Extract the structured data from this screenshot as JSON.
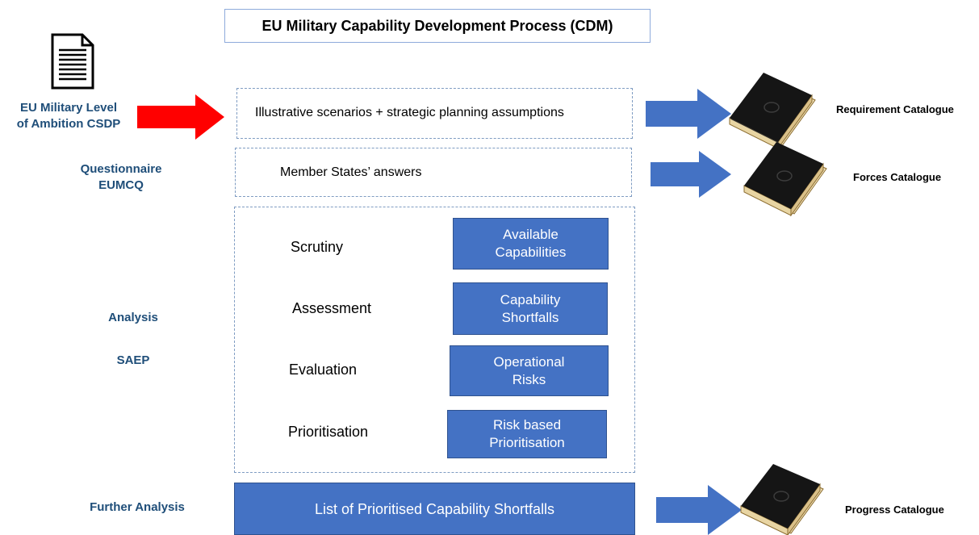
{
  "title": "EU Military Capability Development Process (CDM)",
  "left_labels": {
    "ambition_line1": "EU Military Level",
    "ambition_line2": "of Ambition CSDP",
    "questionnaire_line1": "Questionnaire",
    "questionnaire_line2": "EUMCQ",
    "analysis": "Analysis",
    "saep": "SAEP",
    "further_analysis": "Further Analysis"
  },
  "boxes": {
    "scenarios": "Illustrative scenarios + strategic planning assumptions",
    "answers": "Member States’ answers"
  },
  "stages": [
    {
      "label": "Scrutiny",
      "box_line1": "Available",
      "box_line2": "Capabilities"
    },
    {
      "label": "Assessment",
      "box_line1": "Capability",
      "box_line2": "Shortfalls"
    },
    {
      "label": "Evaluation",
      "box_line1": "Operational",
      "box_line2": "Risks"
    },
    {
      "label": "Prioritisation",
      "box_line1": "Risk based",
      "box_line2": "Prioritisation"
    }
  ],
  "final_box": "List of Prioritised Capability Shortfalls",
  "catalogues": {
    "requirement": "Requirement Catalogue",
    "forces": "Forces Catalogue",
    "progress": "Progress Catalogue"
  },
  "colors": {
    "blue_box": "#4472c4",
    "left_label": "#1f4e79",
    "red_arrow": "#ff0000",
    "blue_arrow": "#4472c4"
  },
  "icons": {
    "document": "document-icon",
    "book": "book-icon"
  }
}
